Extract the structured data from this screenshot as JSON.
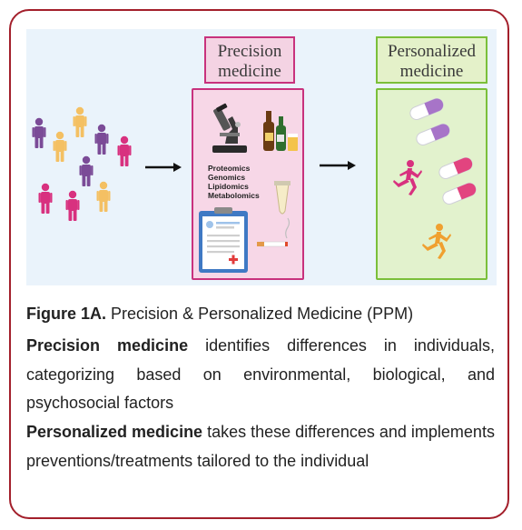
{
  "figure": {
    "precision_title": "Precision medicine",
    "personalized_title": "Personalized medicine",
    "omics": [
      "Proteomics",
      "Genomics",
      "Lipidomics",
      "Metabolomics"
    ],
    "colors": {
      "border": "#a31f2b",
      "panel": "#eaf3fb",
      "precision": "#c8327d",
      "personalized": "#7bbf3a",
      "person_purple": "#7b4b97",
      "person_yellow": "#f4c063",
      "person_pink": "#d8317f",
      "runner_red": "#d8317f",
      "runner_orange": "#f0a030"
    },
    "icons": [
      "people-crowd-icon",
      "arrow-right-icon",
      "microscope-icon",
      "bottles-icon",
      "test-tube-icon",
      "clipboard-icon",
      "cigarette-icon",
      "capsule-icon",
      "runner-icon"
    ]
  },
  "caption": {
    "label": "Figure 1A.",
    "text": "Precision & Personalized Medicine (PPM)"
  },
  "descriptions": [
    {
      "term": "Precision medicine",
      "text": "identifies differences in individuals, categorizing based on environmental, biological, and psychosocial factors"
    },
    {
      "term": "Personalized medicine",
      "text": "takes these differences and implements preventions/treatments tailored to the individual"
    }
  ]
}
